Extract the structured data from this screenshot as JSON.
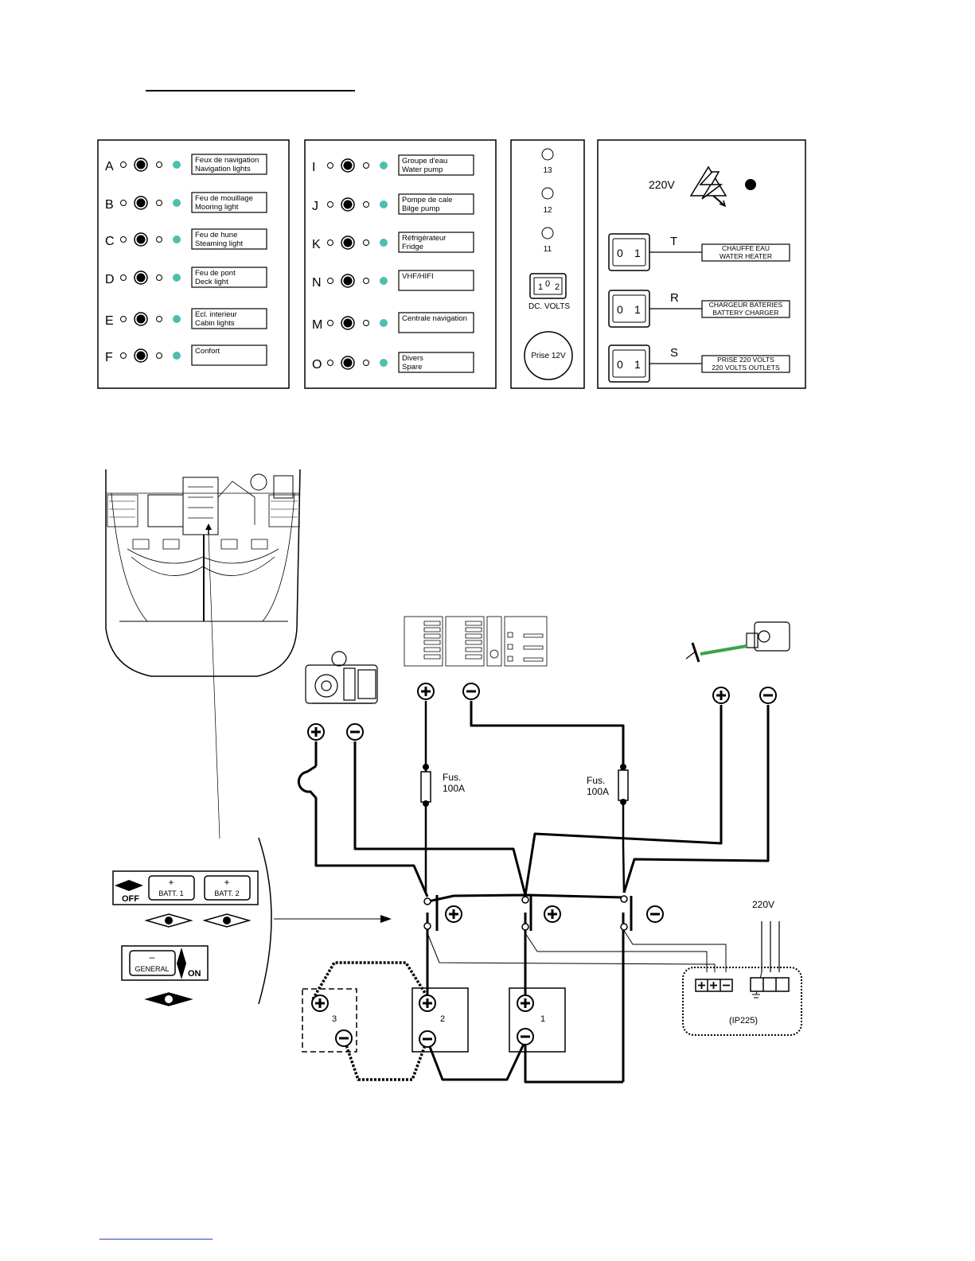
{
  "panel1": {
    "switches": [
      {
        "letter": "A",
        "line1": "Feux de navigation",
        "line2": "Navigation lights"
      },
      {
        "letter": "B",
        "line1": "Feu de mouillage",
        "line2": "Mooring light"
      },
      {
        "letter": "C",
        "line1": "Feu de hune",
        "line2": "Steaming light"
      },
      {
        "letter": "D",
        "line1": "Feu de pont",
        "line2": "Deck light"
      },
      {
        "letter": "E",
        "line1": "Ecl. interieur",
        "line2": "Cabin lights"
      },
      {
        "letter": "F",
        "line1": "Confort",
        "line2": ""
      }
    ]
  },
  "panel2": {
    "switches": [
      {
        "letter": "I",
        "line1": "Groupe d'eau",
        "line2": "Water pump"
      },
      {
        "letter": "J",
        "line1": "Pompe de cale",
        "line2": "Bilge pump"
      },
      {
        "letter": "K",
        "line1": "Réfrigérateur",
        "line2": "Fridge"
      },
      {
        "letter": "N",
        "line1": "VHF/HIFI",
        "line2": ""
      },
      {
        "letter": "M",
        "line1": "Centrale navigation",
        "line2": ""
      },
      {
        "letter": "O",
        "line1": "Divers",
        "line2": "Spare"
      }
    ]
  },
  "panel3": {
    "indicators": [
      "13",
      "12",
      "11"
    ],
    "selector": {
      "left": "1",
      "center": "0",
      "right": "2"
    },
    "dc_label": "DC. VOLTS",
    "socket_label": "Prise 12V"
  },
  "panel4": {
    "voltage": "220V",
    "breakers": [
      {
        "letter": "T",
        "line1": "CHAUFFE EAU",
        "line2": "WATER HEATER",
        "off": "0",
        "on": "1"
      },
      {
        "letter": "R",
        "line1": "CHARGEUR BATERIES",
        "line2": "BATTERY CHARGER",
        "off": "0",
        "on": "1"
      },
      {
        "letter": "S",
        "line1": "PRISE 220 VOLTS",
        "line2": "220 VOLTS OUTLETS",
        "off": "0",
        "on": "1"
      }
    ]
  },
  "wiring": {
    "fuse_left": {
      "line1": "Fus.",
      "line2": "100A"
    },
    "fuse_right": {
      "line1": "Fus.",
      "line2": "100A"
    },
    "mains_label": "220V",
    "charger_label": "(IP225)",
    "batteries": [
      "3",
      "2",
      "1"
    ]
  },
  "battery_switch_panel": {
    "off_label": "OFF",
    "batt1_sign": "+",
    "batt1_label": "BATT. 1",
    "batt2_sign": "+",
    "batt2_label": "BATT. 2",
    "general_sign": "–",
    "general_label": "GENERAL",
    "on_label": "ON"
  },
  "colors": {
    "line": "#000000",
    "led": "#4ebfae",
    "footnote_rule": "#2a3fbf"
  }
}
